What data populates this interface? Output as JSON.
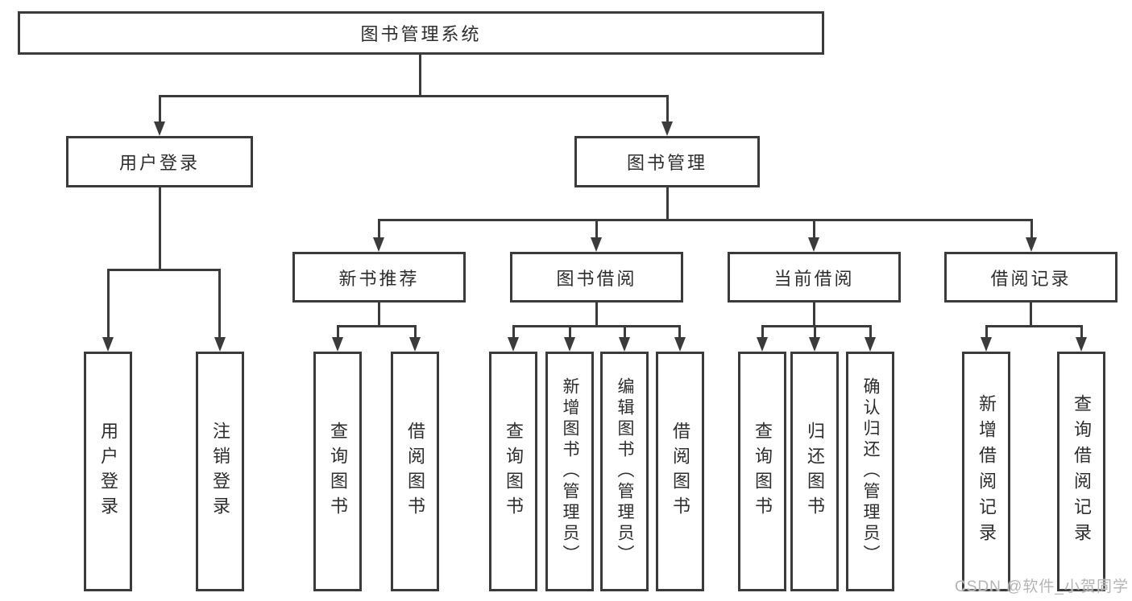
{
  "root": {
    "label": "图书管理系统"
  },
  "branches": {
    "user_login": {
      "label": "用户登录",
      "children": {
        "login": "用户登录",
        "logout": "注销登录"
      }
    },
    "book_mgmt": {
      "label": "图书管理"
    }
  },
  "modules": {
    "new_book_rec": {
      "label": "新书推荐",
      "children": {
        "query_book": "查询图书",
        "borrow_book": "借阅图书"
      }
    },
    "book_borrow": {
      "label": "图书借阅",
      "children": {
        "query_book": "查询图书",
        "add_book": "新增图书（管理员）",
        "edit_book": "编辑图书（管理员）",
        "borrow_book": "借阅图书"
      }
    },
    "current_borrow": {
      "label": "当前借阅",
      "children": {
        "query_book": "查询图书",
        "return_book": "归还图书",
        "confirm_return": "确认归还（管理员）"
      }
    },
    "borrow_record": {
      "label": "借阅记录",
      "children": {
        "add_record": "新增借阅记录",
        "query_record": "查询借阅记录"
      }
    }
  },
  "watermark": "CSDN @软件_小贺同学",
  "colors": {
    "line": "#3b3b3b",
    "text": "#2d2d2d",
    "watermark": "#b5b5b5",
    "background": "#ffffff"
  }
}
